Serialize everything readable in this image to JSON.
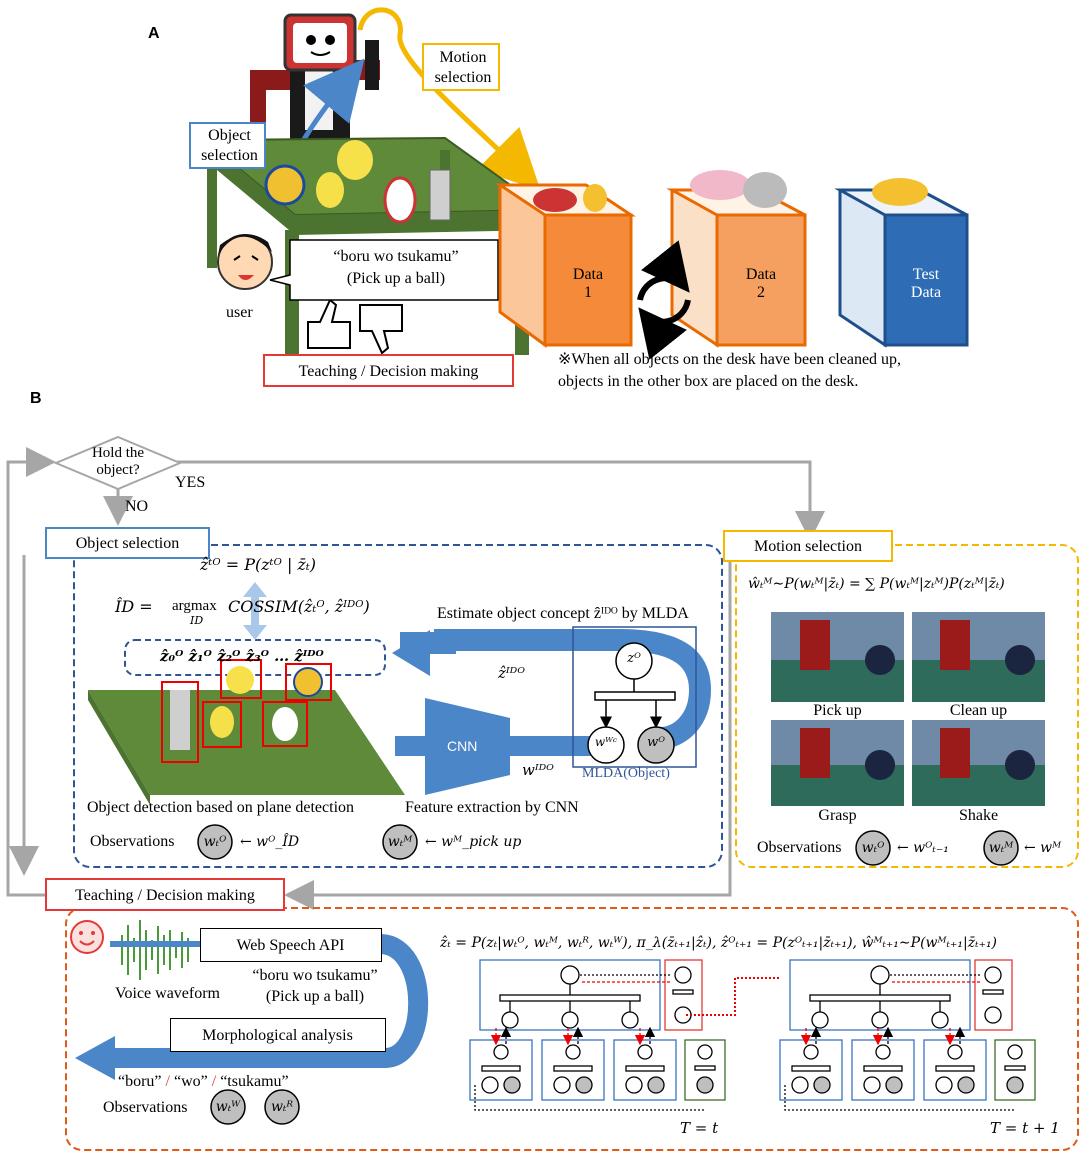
{
  "panel_a": {
    "label": "A",
    "motion_selection": [
      "Motion",
      "selection"
    ],
    "object_selection": [
      "Object",
      "selection"
    ],
    "utterance": [
      "“boru wo tsukamu”",
      "(Pick up a ball)"
    ],
    "user": "user",
    "teaching": "Teaching / Decision making",
    "data1": [
      "Data",
      "1"
    ],
    "data2": [
      "Data",
      "2"
    ],
    "test_data": [
      "Test",
      "Data"
    ],
    "note": [
      "※When all objects on the desk have been cleaned up,",
      "objects in the other box are placed on the desk."
    ]
  },
  "panel_b": {
    "label": "B",
    "decision": [
      "Hold the",
      "object?"
    ],
    "yes": "YES",
    "no": "NO",
    "object_selection": "Object selection",
    "motion_selection": "Motion selection",
    "teaching": "Teaching / Decision making",
    "eq_zt": "ẑᵗᴼ = P(zᵗᴼ | z̄ₜ)",
    "eq_id_left": "ÎD =",
    "eq_id_argmax": "argmax",
    "eq_id_sub": "ID",
    "eq_id_right": "COSSIM(ẑₜᴼ, ẑᴵᴰᴼ)",
    "latents": "ẑ₀ᴼ   ẑ₁ᴼ   ẑ₂ᴼ   ẑ₃ᴼ  …   ẑᴵᴰᴼ",
    "estimate": "Estimate object concept ẑᴵᴰᴼ by MLDA",
    "z_id": "ẑᴵᴰᴼ",
    "w_id": "wᴵᴰᴼ",
    "cnn": "CNN",
    "mlda": "MLDA(Object)",
    "node_z": "zᴼ",
    "node_wc": "wᵂᶜ",
    "node_wo": "wᴼ",
    "object_detection": "Object detection based on plane detection",
    "feature_extraction": "Feature extraction by CNN",
    "observations": "Observations",
    "obs_o_node": "wₜᴼ",
    "obs_o_val": "← wᴼ_ÎD",
    "obs_m_node": "wₜᴹ",
    "obs_m_val": "← wᴹ_pick up",
    "motion_eq": "ŵₜᴹ∼P(wₜᴹ|z̄ₜ) = ∑ P(wₜᴹ|zₜᴹ)P(zₜᴹ|z̄ₜ)",
    "motions": [
      "Pick up",
      "Clean up",
      "Grasp",
      "Shake"
    ],
    "motion_obs_o_val": "← wᴼₜ₋₁",
    "motion_obs_m_val": "← wᴹ",
    "web_speech": "Web Speech API",
    "voice": "Voice waveform",
    "utterance": [
      "“boru wo tsukamu”",
      "(Pick up a ball)"
    ],
    "morph": "Morphological analysis",
    "words": [
      "“boru”",
      " / ",
      "“wo”",
      " / ",
      "“tsukamu”"
    ],
    "obs_w_node": "wₜᵂ",
    "obs_r_node": "wₜᴿ",
    "teach_eq": "ẑₜ = P(zₜ|wₜᴼ, wₜᴹ, wₜᴿ, wₜᵂ), π_λ(z̄ₜ₊₁|ẑₜ),   ẑᴼₜ₊₁ = P(zᴼₜ₊₁|z̄ₜ₊₁), ŵᴹₜ₊₁∼P(wᴹₜ₊₁|z̄ₜ₊₁)",
    "t_left": "T = t",
    "t_right": "T = t + 1"
  },
  "colors": {
    "blue": "#3a72c4",
    "dark_blue": "#2f5597",
    "orange_dash": "#f5b800",
    "red_dash": "#e05a1a",
    "red": "#e53935",
    "table_green": "#5f8a3a",
    "box_orange": "#f58a3a",
    "test_blue": "#2e6db5",
    "arrow_blue": "#4a86c8",
    "gray_node": "#bfbfbf"
  }
}
